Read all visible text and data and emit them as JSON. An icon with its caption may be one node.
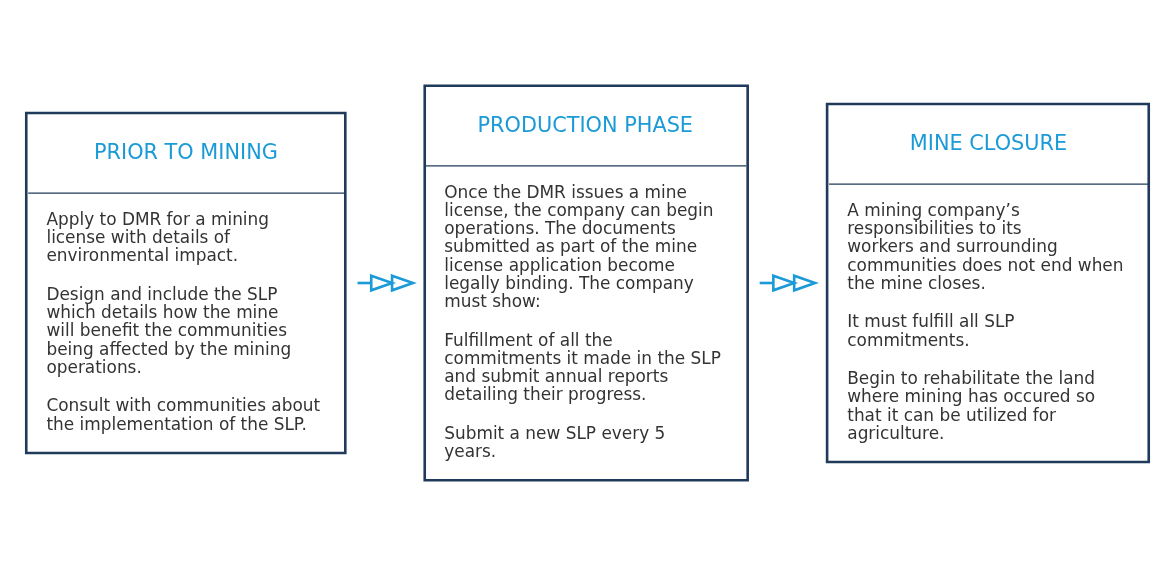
{
  "diagram": {
    "nodes": [
      {
        "text": [
          "PRIOR TO MINING",
          "Apply to DMR for a mining license with details of environmental impact.",
          "Design and include the SLP which details how the mine will benefit the communities being affected by the mining operations.",
          "Consult with communities about the implementation of the SLP."
        ]
      },
      {
        "text": [
          "PRODUCTION PHASE",
          "Once the DMR issues a mine license, the company can begin operations. The documents submitted as part of the mine license application become legally binding. The company must show:",
          "Fulfillment of all the commitments it made in the SLP and submit annual reports detailing their progress.",
          "Submit a new SLP every 5 years."
        ]
      },
      {
        "text": [
          "MINE CLOSURE",
          "A mining company’s responsibilities to its workers and surrounding communities does not end when the mine closes.",
          "It must fulfill all SLP commitments.",
          "Begin to rehabilitate the land where mining has occured so that it can be utilized for agriculture."
        ]
      }
    ],
    "edges": [
      {
        "from": 0,
        "to": 1,
        "arrow": "to"
      },
      {
        "from": 1,
        "to": 2,
        "arrow": "to"
      }
    ]
  }
}
